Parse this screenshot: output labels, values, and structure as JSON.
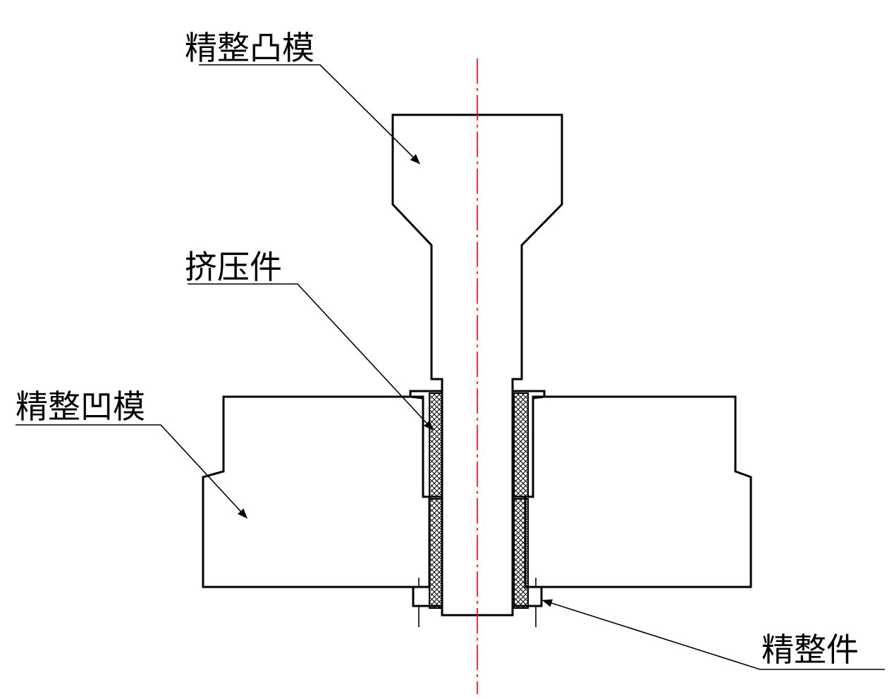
{
  "labels": {
    "punch": "精整凸模",
    "extrusion_part": "挤压件",
    "die": "精整凹模",
    "finishing_part": "精整件"
  },
  "colors": {
    "line": "#000000",
    "center_line": "#ff0000",
    "background": "#ffffff"
  }
}
